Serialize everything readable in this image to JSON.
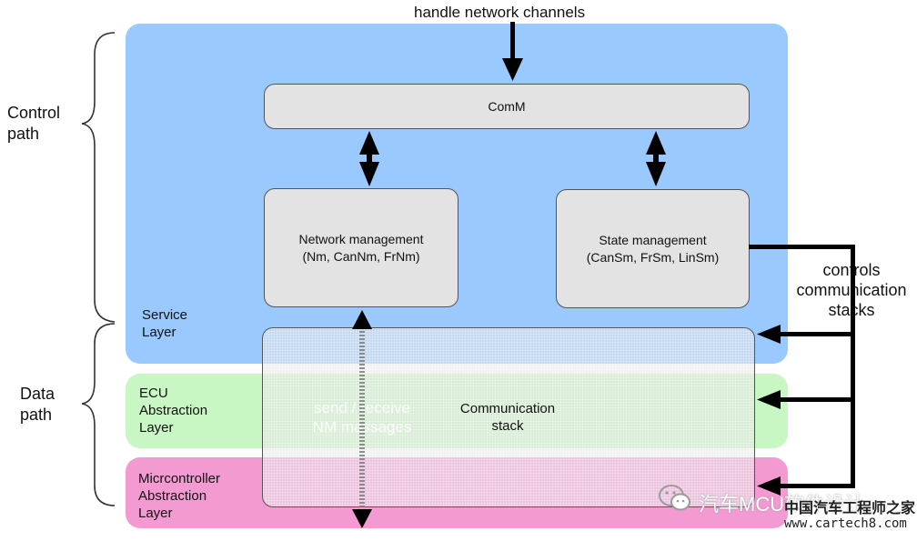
{
  "top_label": "handle network channels",
  "left_labels": {
    "control_path": "Control\npath",
    "data_path": "Data\npath"
  },
  "layers": {
    "service": "Service\nLayer",
    "ecu": "ECU\nAbstraction\nLayer",
    "mcu": "Micrcontroller\nAbstraction\nLayer"
  },
  "boxes": {
    "comm": "ComM",
    "network_management": "Network management\n(Nm, CanNm, FrNm)",
    "state_management": "State management\n(CanSm, FrSm, LinSm)",
    "communication_stack": "Communication\nstack"
  },
  "right_label": "controls\ncommunication\nstacks",
  "arrow_label": "send / receive\nNM massages",
  "watermark": {
    "channel": "汽车MCU软件设计",
    "site_name": "中国汽车工程师之家",
    "url": "www.cartech8.com"
  },
  "colors": {
    "service_layer": "#99c9ff",
    "ecu_layer": "#c9f7c3",
    "mcu_layer": "#f49ad2",
    "box_fill": "#e3e3e3"
  }
}
